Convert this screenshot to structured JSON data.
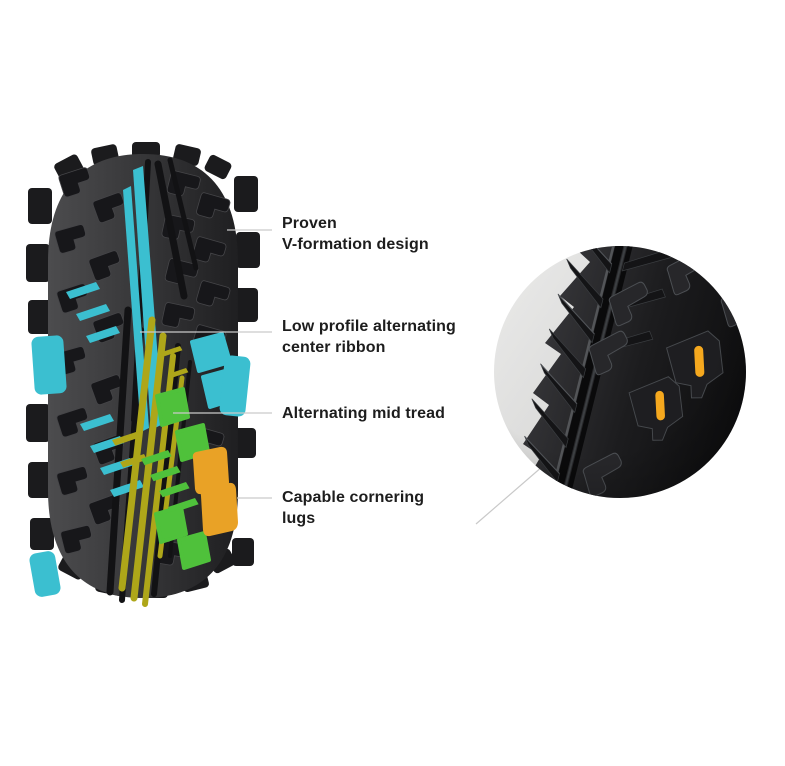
{
  "callouts": [
    {
      "id": "v-formation",
      "lines": [
        "Proven",
        "V-formation design"
      ]
    },
    {
      "id": "center-ribbon",
      "lines": [
        "Low profile alternating",
        "center ribbon"
      ]
    },
    {
      "id": "mid-tread",
      "lines": [
        "Alternating mid tread"
      ]
    },
    {
      "id": "cornering-lugs",
      "lines": [
        "Capable cornering",
        "lugs"
      ]
    }
  ],
  "colors": {
    "background": "#ffffff",
    "text": "#1d1d1d",
    "leader": "#c9c9c9",
    "cyan": "#3bbfd0",
    "olive": "#aea619",
    "green": "#4fc13b",
    "orange": "#e9a226",
    "orange-bright": "#f5a81e",
    "tread": "#313133",
    "detail-bg": "#dededd"
  }
}
